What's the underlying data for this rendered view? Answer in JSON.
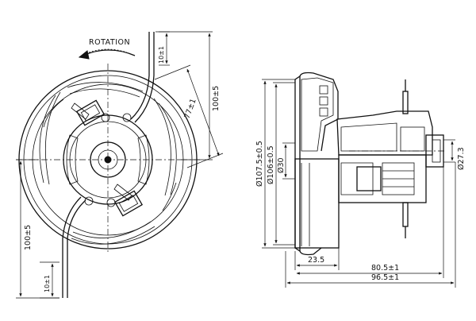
{
  "front_view": {
    "rotation_label": "ROTATION",
    "dim_top_wire": "10±1",
    "dim_right_height": "100±5",
    "dim_diagonal": "77±1",
    "dim_left_height": "100±5",
    "dim_bottom_wire": "10±1"
  },
  "side_view": {
    "dim_outer_dia": "Ø107.5±0.5",
    "dim_inner_dia": "Ø106±0.5",
    "dim_shaft_dia": "Ø30",
    "dim_rear_dia": "Ø27.3",
    "dim_fan_width": "23.5",
    "dim_body_length": "80.5±1",
    "dim_total_length": "96.5±1"
  }
}
